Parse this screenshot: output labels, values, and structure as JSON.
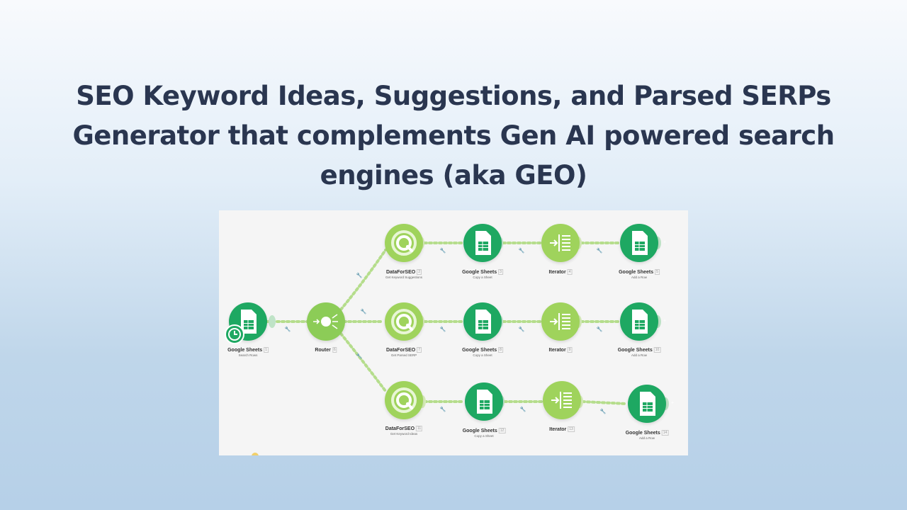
{
  "title": {
    "line1": "SEO Keyword Ideas, Suggestions, and Parsed SERPs",
    "line2": "Generator that complements Gen AI powered search",
    "line3": "engines (aka GEO)"
  },
  "workflow": {
    "trigger": {
      "name": "Google Sheets",
      "num": "1",
      "sub": "Search Rows",
      "icon": "sheets-icon"
    },
    "router": {
      "name": "Router",
      "num": "6",
      "icon": "router-icon"
    },
    "routes": [
      {
        "dataforseo": {
          "name": "DataForSEO",
          "num": "2",
          "sub": "Get Keyword Suggestions"
        },
        "copy": {
          "name": "Google Sheets",
          "num": "3",
          "sub": "Copy a Sheet"
        },
        "iterator": {
          "name": "Iterator",
          "num": "4"
        },
        "add": {
          "name": "Google Sheets",
          "num": "5",
          "sub": "Add a Row"
        }
      },
      {
        "dataforseo": {
          "name": "DataForSEO",
          "num": "7",
          "sub": "Get Parsed SERP"
        },
        "copy": {
          "name": "Google Sheets",
          "num": "8",
          "sub": "Copy a Sheet"
        },
        "iterator": {
          "name": "Iterator",
          "num": "9"
        },
        "add": {
          "name": "Google Sheets",
          "num": "10",
          "sub": "Add a Row"
        }
      },
      {
        "dataforseo": {
          "name": "DataForSEO",
          "num": "11",
          "sub": "Get Keyword Ideas"
        },
        "copy": {
          "name": "Google Sheets",
          "num": "12",
          "sub": "Copy a Sheet"
        },
        "iterator": {
          "name": "Iterator",
          "num": "13"
        },
        "add": {
          "name": "Google Sheets",
          "num": "14",
          "sub": "Add a Row"
        }
      }
    ]
  },
  "colors": {
    "sheets": "#1ea862",
    "dataforseo": "#9fd35c",
    "router": "#8ccc57",
    "connector": "#b5dd8c",
    "title": "#2a3650"
  }
}
